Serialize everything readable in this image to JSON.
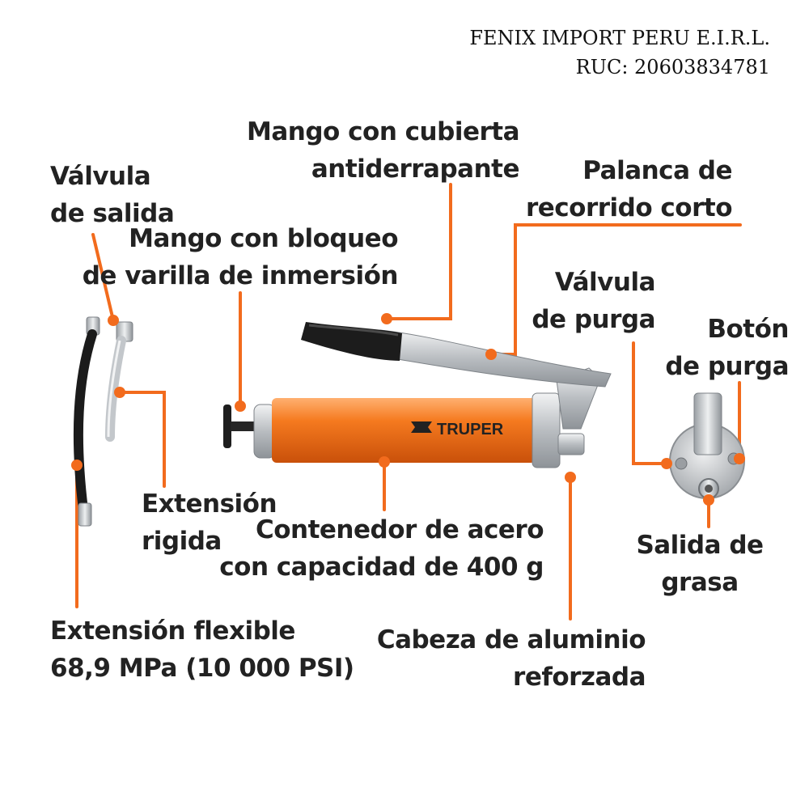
{
  "company": {
    "name": "FENIX IMPORT PERU E.I.R.L.",
    "ruc": "RUC: 20603834781"
  },
  "brand": {
    "logo_text": "TRUPER",
    "accent_color": "#F26B1D",
    "barrel_color": "#F57A1F",
    "metal_color": "#C9CCCF",
    "handle_color": "#1C1C1C"
  },
  "labels": {
    "valvula_salida": [
      "Válvula",
      "de salida"
    ],
    "mango_bloqueo": [
      "Mango con bloqueo",
      "de varilla de inmersión"
    ],
    "mango_cubierta": [
      "Mango con cubierta",
      "antiderrapante"
    ],
    "palanca": [
      "Palanca de",
      "recorrido corto"
    ],
    "valvula_purga": [
      "Válvula",
      "de purga"
    ],
    "boton_purga": [
      "Botón",
      "de purga"
    ],
    "extension_rigida": [
      "Extensión",
      "rigida"
    ],
    "contenedor": [
      "Contenedor de acero",
      "con capacidad de 400 g"
    ],
    "salida_grasa": [
      "Salida de",
      "grasa"
    ],
    "extension_flexible": [
      "Extensión flexible",
      "68,9 MPa (10 000 PSI)"
    ],
    "cabeza": [
      "Cabeza de aluminio",
      "reforzada"
    ]
  }
}
